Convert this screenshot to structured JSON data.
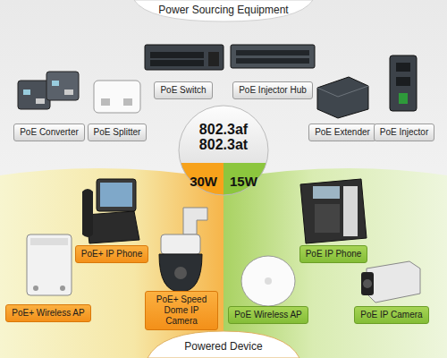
{
  "diagram": {
    "title": "Power Sourcing Equipment",
    "caption": "Powered Device",
    "nodes": [
      {
        "text": [
          "PoE Switch"
        ]
      },
      {
        "text": [
          "PoE Injector Hub"
        ]
      },
      {
        "text": [
          "PoE Converter"
        ]
      },
      {
        "text": [
          "PoE Splitter"
        ]
      },
      {
        "text": [
          "802.3af",
          "802.3at",
          "30W",
          "15W"
        ]
      },
      {
        "text": [
          "PoE Extender"
        ]
      },
      {
        "text": [
          "PoE Injector"
        ]
      },
      {
        "text": [
          "PoE+ IP Phone"
        ]
      },
      {
        "text": [
          "PoE IP Phone"
        ]
      },
      {
        "text": [
          "PoE+ Speed Dome IP Camera"
        ]
      },
      {
        "text": [
          "PoE+ Wireless AP"
        ]
      },
      {
        "text": [
          "PoE Wireless AP"
        ]
      },
      {
        "text": [
          "PoE IP Camera"
        ]
      }
    ]
  }
}
